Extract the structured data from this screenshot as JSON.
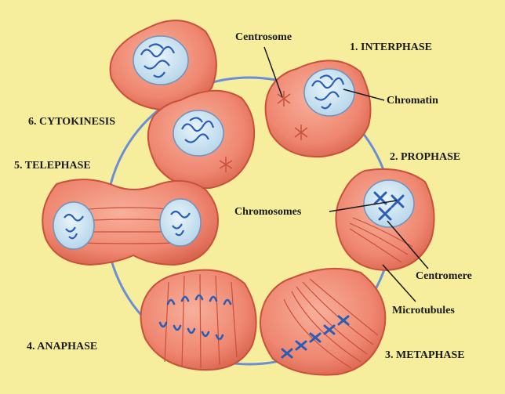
{
  "title": "",
  "phases": {
    "interphase": "1. INTERPHASE",
    "prophase": "2. PROPHASE",
    "metaphase": "3. METAPHASE",
    "anaphase": "4. ANAPHASE",
    "telephase": "5. TELEPHASE",
    "cytokinesis": "6. CYTOKINESIS"
  },
  "structures": {
    "centrosome": "Centrosome",
    "chromatin": "Chromatin",
    "chromosomes": "Chromosomes",
    "centromere": "Centromere",
    "microtubules": "Microtubules"
  },
  "colors": {
    "background": "#f6ee9c",
    "cell_fill": "#f08a72",
    "cell_edge": "#c9503b",
    "nucleus_fill": "#cfe6f2",
    "chromatin": "#2a5db8",
    "cycle_ring": "#6b8fd6"
  }
}
